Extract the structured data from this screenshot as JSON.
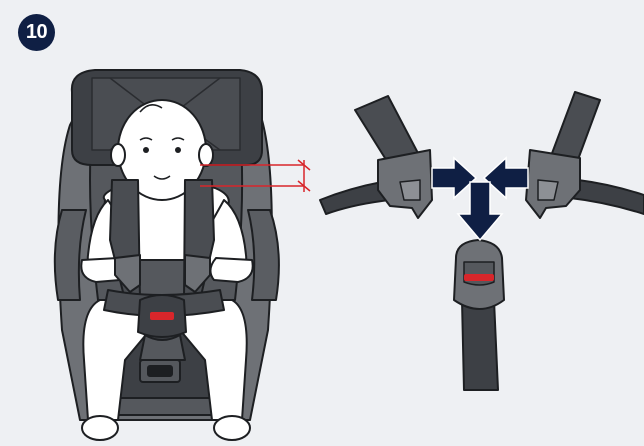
{
  "step": {
    "number": "10"
  },
  "colors": {
    "background": "#eef0f3",
    "badge": "#0f1f44",
    "seat_shell": "#6e7176",
    "seat_dark": "#3d4045",
    "strap": "#4a4d52",
    "buckle_red": "#d8262b",
    "arrow": "#0f1f44",
    "measure_line": "#d8262b"
  },
  "illustration": {
    "left_scene": "child-in-car-seat",
    "right_scene": "harness-buckle-closing",
    "icons": [
      "step-number-badge",
      "child-seat-illustration",
      "harness-height-measure-lines",
      "harness-tongue-left",
      "harness-tongue-right",
      "direction-arrows-icon",
      "buckle-icon"
    ]
  }
}
